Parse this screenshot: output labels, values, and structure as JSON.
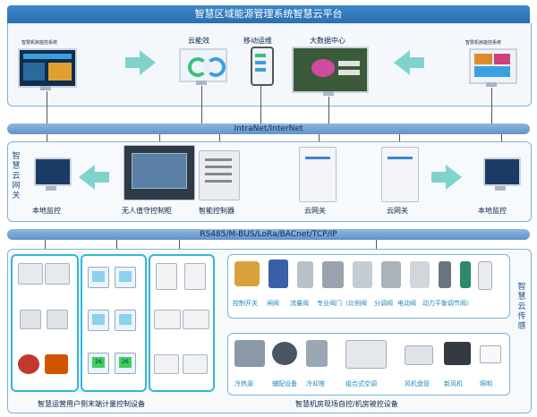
{
  "header": {
    "title": "智慧区域能源管理系统智慧云平台"
  },
  "tier1": {
    "left_system": "智慧机房能控系统",
    "cloud_energy": "云能效",
    "mobile_ops": "移动运维",
    "big_data": "大数据中心",
    "right_system": "智慧机房能控系统"
  },
  "bus1": "IntraNet/InterNet",
  "tier2": {
    "side_label": [
      "智",
      "慧",
      "云",
      "网",
      "关"
    ],
    "local_monitor_left": "本地监控",
    "unattended_cabinet": "无人值守控制柜",
    "smart_controller": "智能控制器",
    "gateway_1": "云网关",
    "gateway_2": "云网关",
    "local_monitor_right": "本地监控"
  },
  "bus2": "RS485/M-BUS/LoRa/BACnet/TCP/IP",
  "tier3": {
    "side_label": [
      "智",
      "慧",
      "云",
      "传",
      "感"
    ],
    "valves_row": [
      "控制开关",
      "闸阀",
      "流量阀",
      "专业阀门（比例阀",
      "分调阀",
      "电动阀",
      "动力平衡调节阀）"
    ],
    "equipment_row": [
      "冷热源",
      "辅配设备",
      "冷却塔",
      "组合式空调",
      "风机盘管",
      "新风机",
      "照明"
    ],
    "left_caption": "智慧运营用户侧末端计量控制设备",
    "right_caption": "智慧机房现场自控/机房被控设备"
  },
  "thermostat_readout": "26",
  "colors": {
    "accent": "#2a6fb1",
    "teal": "#2fb8d8",
    "arrow": "#7fd3cc"
  }
}
